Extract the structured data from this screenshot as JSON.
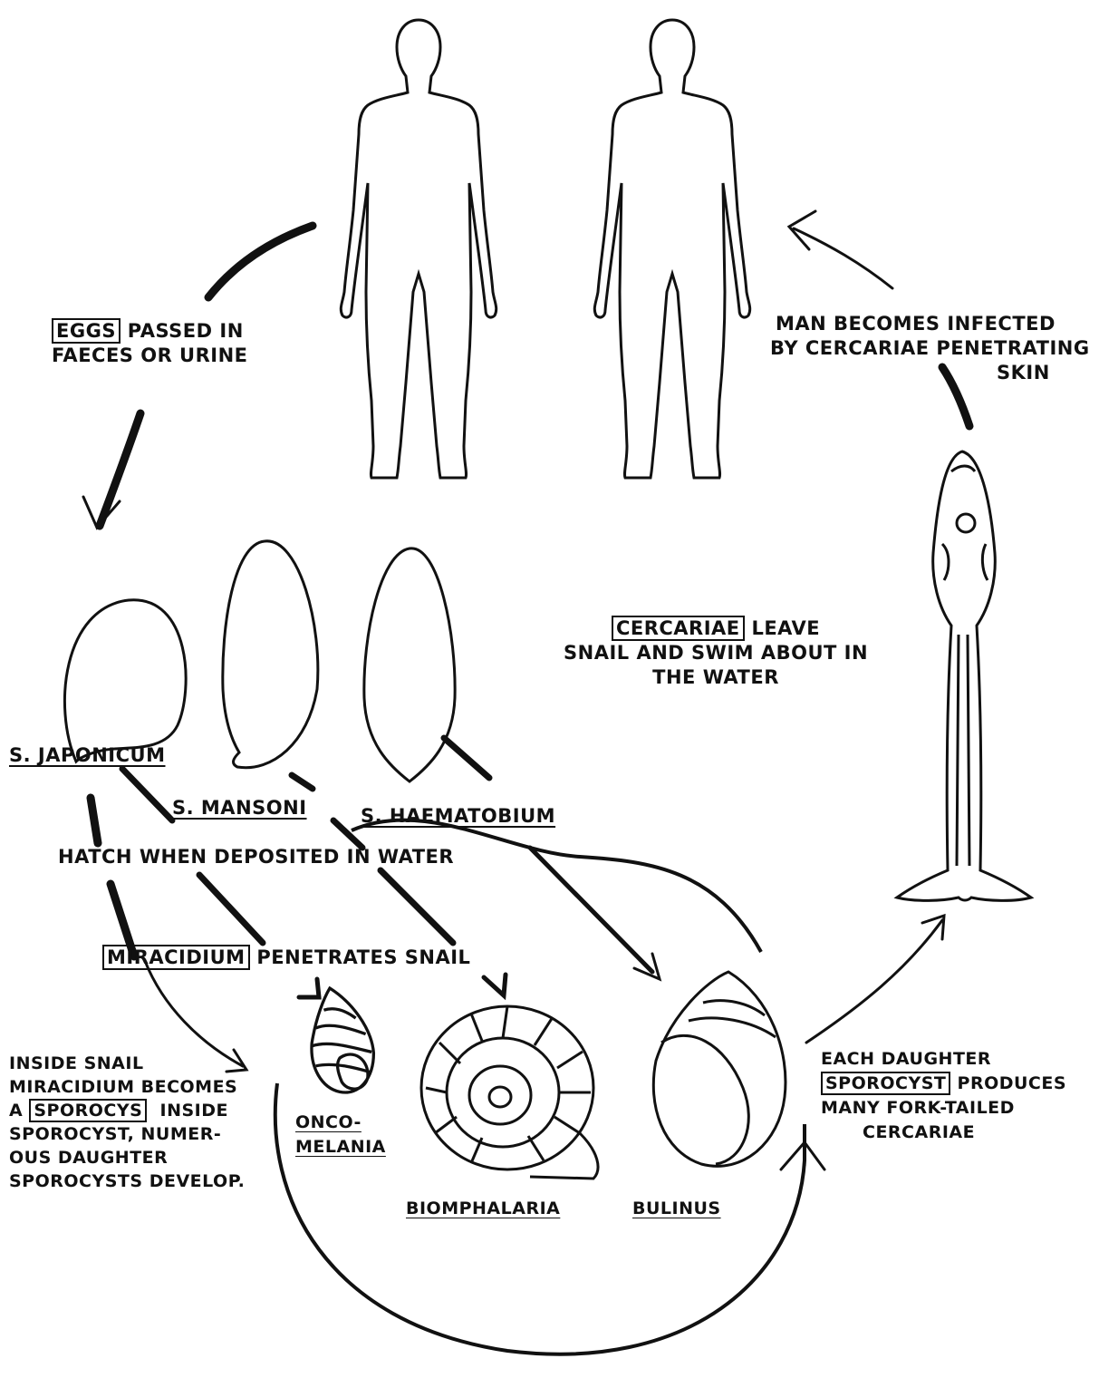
{
  "labels": {
    "eggs_key": "EGGS",
    "eggs_rest_1": "PASSED IN",
    "eggs_line_2": "FAECES OR URINE",
    "man_line_1": "MAN BECOMES INFECTED",
    "man_line_2": "BY CERCARIAE PENETRATING",
    "man_line_3": "SKIN",
    "cercariae_key": "CERCARIAE",
    "cercariae_rest_1": "LEAVE",
    "cercariae_line_2": "SNAIL AND SWIM ABOUT IN",
    "cercariae_line_3": "THE WATER",
    "japonicum": "S. JAPONICUM",
    "mansoni": "S. MANSONI",
    "haematobium": "S. HAEMATOBIUM",
    "hatch": "HATCH WHEN DEPOSITED IN WATER",
    "miracidium_key": "MIRACIDIUM",
    "miracidium_rest": "PENETRATES SNAIL",
    "inside_line_1": "INSIDE SNAIL",
    "inside_line_2": "MIRACIDIUM BECOMES",
    "inside_line_3a": "A",
    "inside_key": "SPOROCYS",
    "inside_line_3b": "INSIDE",
    "inside_line_4": "SPOROCYST, NUMER-",
    "inside_line_5": "OUS DAUGHTER",
    "inside_line_6": "SPOROCYSTS DEVELOP.",
    "each_line_1": "EACH DAUGHTER",
    "each_key": "SPOROCYST",
    "each_rest_2": "PRODUCES",
    "each_line_3": "MANY FORK-TAILED",
    "each_line_4": "CERCARIAE",
    "snail_1_line_1": "ONCO-",
    "snail_1_line_2": "MELANIA",
    "snail_2": "BIOMPHALARIA",
    "snail_3": "BULINUS"
  },
  "colors": {
    "ink": "#111111",
    "background": "#ffffff"
  }
}
